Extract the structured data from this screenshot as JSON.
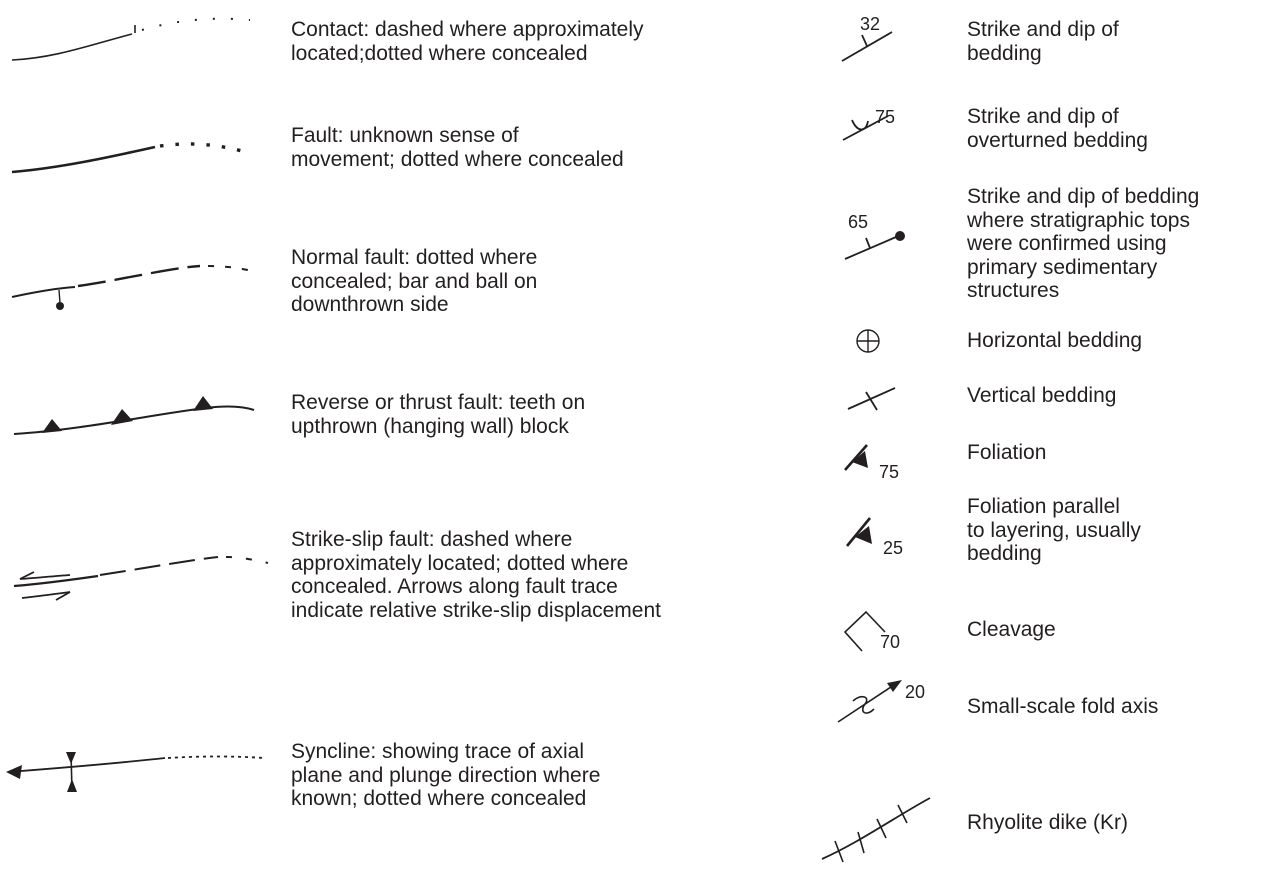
{
  "colors": {
    "ink": "#231f20",
    "background": "#ffffff"
  },
  "left_column": [
    {
      "symbol": "contact-line-symbol",
      "label": "Contact: dashed where approximately\nlocated;dotted where concealed"
    },
    {
      "symbol": "fault-line-symbol",
      "label": "Fault: unknown sense of\nmovement; dotted where concealed"
    },
    {
      "symbol": "normal-fault-symbol",
      "label": "Normal fault: dotted where\nconcealed; bar and ball on\ndownthrown side"
    },
    {
      "symbol": "thrust-fault-symbol",
      "label": "Reverse or thrust fault: teeth on\nupthrown (hanging wall) block"
    },
    {
      "symbol": "strike-slip-fault-symbol",
      "label": "Strike-slip fault: dashed where\napproximately located; dotted where\nconcealed. Arrows along fault trace\nindicate relative strike-slip displacement"
    },
    {
      "symbol": "syncline-symbol",
      "label": "Syncline: showing trace of axial\nplane and plunge direction where\nknown; dotted where concealed"
    }
  ],
  "right_column": [
    {
      "symbol": "bedding-symbol",
      "value": "32",
      "label": "Strike and dip of\nbedding"
    },
    {
      "symbol": "overturned-bedding-symbol",
      "value": "75",
      "label": "Strike and dip of\noverturned bedding"
    },
    {
      "symbol": "bedding-tops-symbol",
      "value": "65",
      "label": "Strike and dip of bedding\nwhere stratigraphic tops\nwere confirmed using\nprimary sedimentary\nstructures"
    },
    {
      "symbol": "horizontal-bedding-symbol",
      "label": "Horizontal bedding"
    },
    {
      "symbol": "vertical-bedding-symbol",
      "label": "Vertical bedding"
    },
    {
      "symbol": "foliation-symbol",
      "value": "75",
      "label": "Foliation"
    },
    {
      "symbol": "foliation-parallel-symbol",
      "value": "25",
      "label": "Foliation parallel\nto layering, usually\nbedding"
    },
    {
      "symbol": "cleavage-symbol",
      "value": "70",
      "label": "Cleavage"
    },
    {
      "symbol": "fold-axis-symbol",
      "value": "20",
      "label": "Small-scale fold axis"
    },
    {
      "symbol": "rhyolite-dike-symbol",
      "label": "Rhyolite dike (Kr)"
    }
  ]
}
